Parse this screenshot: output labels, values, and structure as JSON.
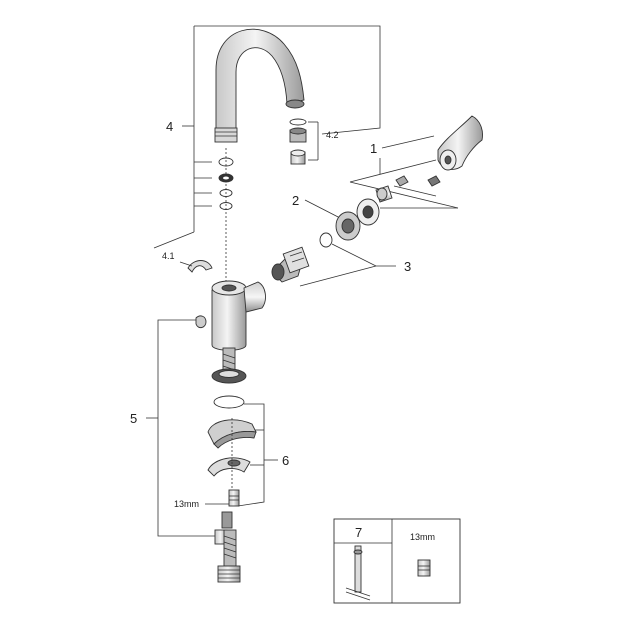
{
  "callouts": {
    "c1": "1",
    "c2": "2",
    "c3": "3",
    "c4": "4",
    "c41": "4.1",
    "c42": "4.2",
    "c5": "5",
    "c6": "6",
    "c7": "7",
    "wrench_size": "13mm",
    "inset_wrench_size": "13mm"
  }
}
